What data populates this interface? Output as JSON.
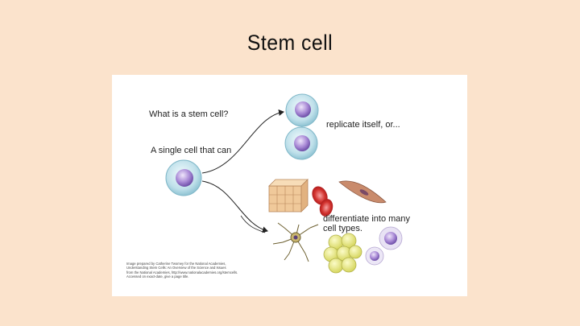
{
  "slide": {
    "title": "Stem cell"
  },
  "figure": {
    "question": "What is a stem cell?",
    "lead": "A single cell that can",
    "replicate": "replicate itself, or...",
    "differentiate_line1": "differentiate into many",
    "differentiate_line2": "cell types.",
    "credit_lines": [
      "Image prepared by Catherine Twomey for the National Academies,",
      "Understanding Stem Cells: An Overview of the Science and Issues",
      "from the National Academies, http://www.nationalacademies.org/stemcells.",
      "Accessed on exact-date, give a page title."
    ]
  },
  "colors": {
    "background": "#fbe3cc",
    "cell_body": "#cfe7ee",
    "nucleus": "#8f6fbf"
  }
}
